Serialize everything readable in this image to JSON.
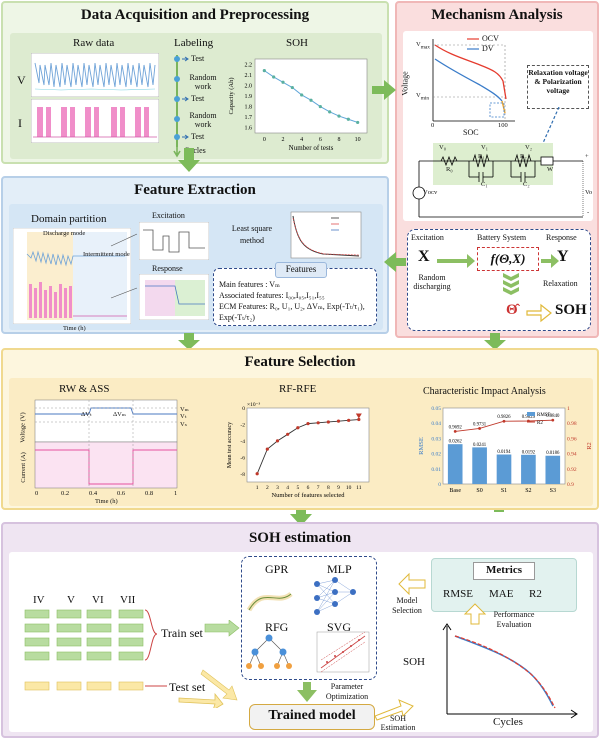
{
  "panels": {
    "data_acq": {
      "title": "Data Acquisition and Preprocessing",
      "raw_data": "Raw data",
      "labeling": "Labeling",
      "soh": "SOH",
      "v": "V",
      "i": "I",
      "label_steps": [
        "Test",
        "Random work",
        "Test",
        "Random work",
        "Test",
        "Cycles"
      ],
      "soh_chart": {
        "xlabel": "Number of tests",
        "ylabel": "Capacity (Ah)",
        "xticks": [
          "0",
          "2",
          "4",
          "6",
          "8",
          "10"
        ],
        "yticks": [
          "1.6",
          "1.7",
          "1.8",
          "1.9",
          "2.0",
          "2.1",
          "2.2"
        ]
      }
    },
    "mechanism": {
      "title": "Mechanism Analysis",
      "ocv": "OCV",
      "dv": "DV",
      "voltage": "Voltage",
      "vmax": "V",
      "vmin": "V",
      "vmax_sub": "max",
      "vmin_sub": "min",
      "soc": "SOC",
      "x0": "0",
      "x100": "100",
      "relaxation_note": "Relaxation voltage & Polarization voltage",
      "circuit": {
        "v0": "V₀",
        "v1": "V₁",
        "v2": "V₂",
        "r0": "R₀",
        "r1": "R₁",
        "r2": "R₂",
        "c1": "C₁",
        "c2": "C₂",
        "w": "W",
        "vocv": "Vᴏᴄᴠ",
        "vo": "Vo",
        "plus": "+",
        "minus": "-"
      },
      "system": {
        "excitation": "Excitation",
        "battery_system": "Battery System",
        "response": "Response",
        "x": "X",
        "fx": "f(Θ,X)",
        "y": "Y",
        "random_discharging": "Random discharging",
        "relaxation": "Relaxation",
        "theta_hat": "Θ̂",
        "soh": "SOH"
      }
    },
    "feature_extraction": {
      "title": "Feature Extraction",
      "domain_partition": "Domain partition",
      "excitation": "Excitation",
      "response": "Response",
      "least_square": "Least square method",
      "features_tab": "Features",
      "main_features": "Main features : Vₘ",
      "associated_features": "Associated features: I₀₀,I₀₅,I₅₁,I₅₅",
      "ecm_features": "ECM Features: R₀, U₁, U₂, ΔVₘ, Exp(-Tₜ/τ₁),",
      "ecm_features2": "Exp(-Tₜ/τ₂)",
      "discharge_mode": "Discharge mode",
      "intermittent_mode": "Intermittent mode",
      "time_label": "Time (h)"
    },
    "feature_selection": {
      "title": "Feature Selection",
      "rw_ass": "RW & ASS",
      "rf_rfe": "RF-RFE",
      "cia": "Characteristic  Impact Analysis",
      "rw_chart": {
        "ylabel1": "Voltage (V)",
        "ylabel2": "Current (A)",
        "xlabel": "Time (h)",
        "v_m": "Vₘ",
        "v_t": "Vₜ",
        "v_s": "Vₛ",
        "dvt": "ΔVₜ",
        "dvm": "ΔVₘ",
        "xticks": [
          "0",
          "0.2",
          "0.4",
          "0.6",
          "0.8",
          "1"
        ]
      },
      "rfe_chart": {
        "xlabel": "Number of features selected",
        "ylabel": "Mean test accuracy",
        "exp": "×10⁻³",
        "xticks": [
          "1",
          "2",
          "3",
          "4",
          "5",
          "6",
          "7",
          "8",
          "9",
          "10",
          "11"
        ]
      },
      "cia_chart": {
        "ylabel_left": "RMSE",
        "ylabel_right": "R2",
        "legend_rmse": "RMSE",
        "legend_r2": "R2",
        "yticks_left": [
          "0",
          "0.01",
          "0.02",
          "0.03",
          "0.04",
          "0.05"
        ],
        "yticks_right": [
          "0.9",
          "0.92",
          "0.94",
          "0.96",
          "0.98",
          "1"
        ]
      }
    },
    "soh_estimation": {
      "title": "SOH estimation",
      "columns": [
        "IV",
        "V",
        "VI",
        "VII"
      ],
      "train_set": "Train set",
      "test_set": "Test set",
      "models": [
        "GPR",
        "MLP",
        "RFG",
        "SVG"
      ],
      "model_selection": "Model Selection",
      "metrics_title": "Metrics",
      "metrics": [
        "RMSE",
        "MAE",
        "R2"
      ],
      "performance_eval": "Performance Evaluation",
      "param_opt": "Parameter Optimization",
      "trained_model": "Trained model",
      "soh_est": "SOH Estimation",
      "soh": "SOH",
      "cycles": "Cycles"
    }
  },
  "chart_data": [
    {
      "type": "line",
      "xlabel": "Number of tests",
      "ylabel": "Capacity (Ah)",
      "x": [
        0,
        1,
        2,
        3,
        4,
        5,
        6,
        7,
        8,
        9,
        10
      ],
      "y": [
        2.14,
        2.08,
        2.03,
        1.98,
        1.91,
        1.86,
        1.8,
        1.75,
        1.71,
        1.68,
        1.65
      ],
      "xlim": [
        -1,
        11
      ],
      "ylim": [
        1.55,
        2.25
      ]
    },
    {
      "type": "line",
      "title": "RF-RFE",
      "xlabel": "Number of features selected",
      "ylabel": "Mean test accuracy",
      "x": [
        1,
        2,
        3,
        4,
        5,
        6,
        7,
        8,
        9,
        10,
        11
      ],
      "y": [
        -8.0,
        -5.0,
        -4.0,
        -3.2,
        -2.4,
        -1.9,
        -1.8,
        -1.7,
        -1.6,
        -1.5,
        -1.4
      ],
      "xlim": [
        0,
        12
      ],
      "ylim": [
        -9,
        0
      ]
    },
    {
      "type": "bar",
      "title": "Characteristic  Impact Analysis",
      "categories": [
        "Base",
        "S0",
        "S1",
        "S2",
        "S3"
      ],
      "series": [
        {
          "name": "RMSE",
          "axis": "left",
          "values": [
            0.0262,
            0.0241,
            0.0194,
            0.0192,
            0.0186
          ]
        },
        {
          "name": "R2",
          "axis": "right",
          "values": [
            0.9692,
            0.9731,
            0.9826,
            0.9829,
            0.984
          ]
        }
      ],
      "ylim_left": [
        0,
        0.05
      ],
      "ylim_right": [
        0.9,
        1.0
      ]
    }
  ]
}
